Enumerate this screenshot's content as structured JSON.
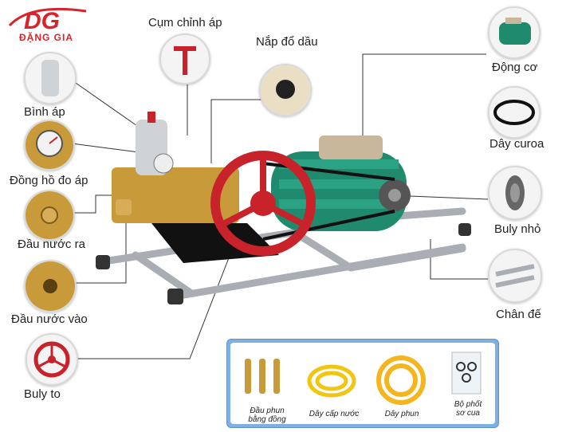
{
  "brand": {
    "logo_text": "ĐẶNG GIA",
    "monogram": "DG",
    "color": "#d8232a"
  },
  "parts": {
    "cum_chinh_ap": "Cụm chỉnh áp",
    "nap_do_dau": "Nắp đổ dầu",
    "binh_ap": "Bình áp",
    "dong_ho_do_ap": "Đồng hồ đo áp",
    "dau_nuoc_ra": "Đầu nước ra",
    "dau_nuoc_vao": "Đầu nước vào",
    "buly_to": "Buly to",
    "dong_co": "Động cơ",
    "day_curoa": "Dây curoa",
    "buly_nho": "Buly nhỏ",
    "chan_de": "Chân đế"
  },
  "accessories": {
    "dau_phun_line1": "Đầu phun",
    "dau_phun_line2": "bằng đồng",
    "day_cap_nuoc": "Dây cấp nước",
    "day_phun": "Dây phun",
    "bo_phot_line1": "Bộ phốt",
    "bo_phot_line2": "sơ cua"
  },
  "colors": {
    "motor": "#1f8a6e",
    "pulley": "#c8232a",
    "brass": "#c89a3a",
    "frame": "#b9bec4",
    "accent_box": "#7fb0e2"
  }
}
